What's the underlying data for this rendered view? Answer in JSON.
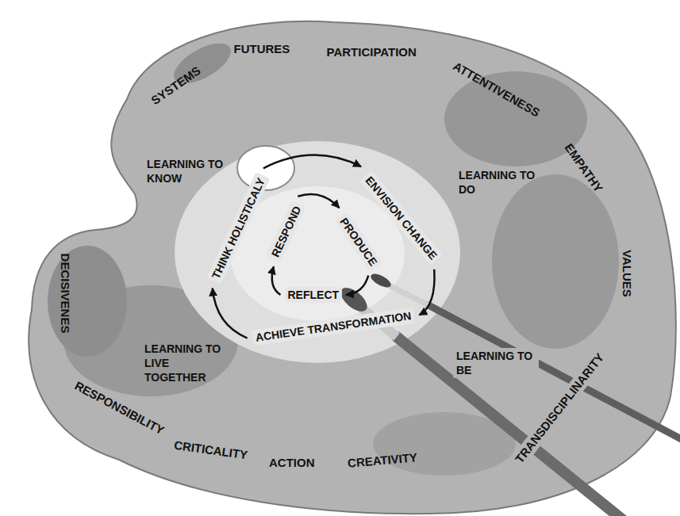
{
  "diagram": {
    "nodes": [
      {
        "text": [
          "THINK HOLISTICALY"
        ]
      },
      {
        "text": [
          "ENVISION CHANGE"
        ]
      },
      {
        "text": [
          "RESPOND"
        ]
      },
      {
        "text": [
          "PRODUCE"
        ]
      },
      {
        "text": [
          "REFLECT"
        ]
      },
      {
        "text": [
          "ACHIEVE TRANSFORMATION"
        ]
      }
    ],
    "edges": [
      {
        "from": 0,
        "to": 1,
        "arrow": "to"
      },
      {
        "from": 1,
        "to": 5,
        "arrow": "to"
      },
      {
        "from": 5,
        "to": 0,
        "arrow": "to"
      },
      {
        "from": 2,
        "to": 3,
        "arrow": "to"
      },
      {
        "from": 3,
        "to": 4,
        "arrow": "to"
      },
      {
        "from": 4,
        "to": 2,
        "arrow": "to"
      }
    ],
    "labels": [
      "SYSTEMS",
      "FUTURES",
      "PARTICIPATION",
      "ATTENTIVENESS",
      "LEARNING TO KNOW",
      "EMPATHY",
      "LEARNING TO DO",
      "VALUES",
      "DECISIVENES",
      "LEARNING TO LIVE TOGETHER",
      "LEARNING TO BE",
      "RESPONSIBILITY",
      "TRANSDISCIPLINARITY",
      "CRITICALITY",
      "ACTION",
      "CREATIVITY"
    ]
  }
}
